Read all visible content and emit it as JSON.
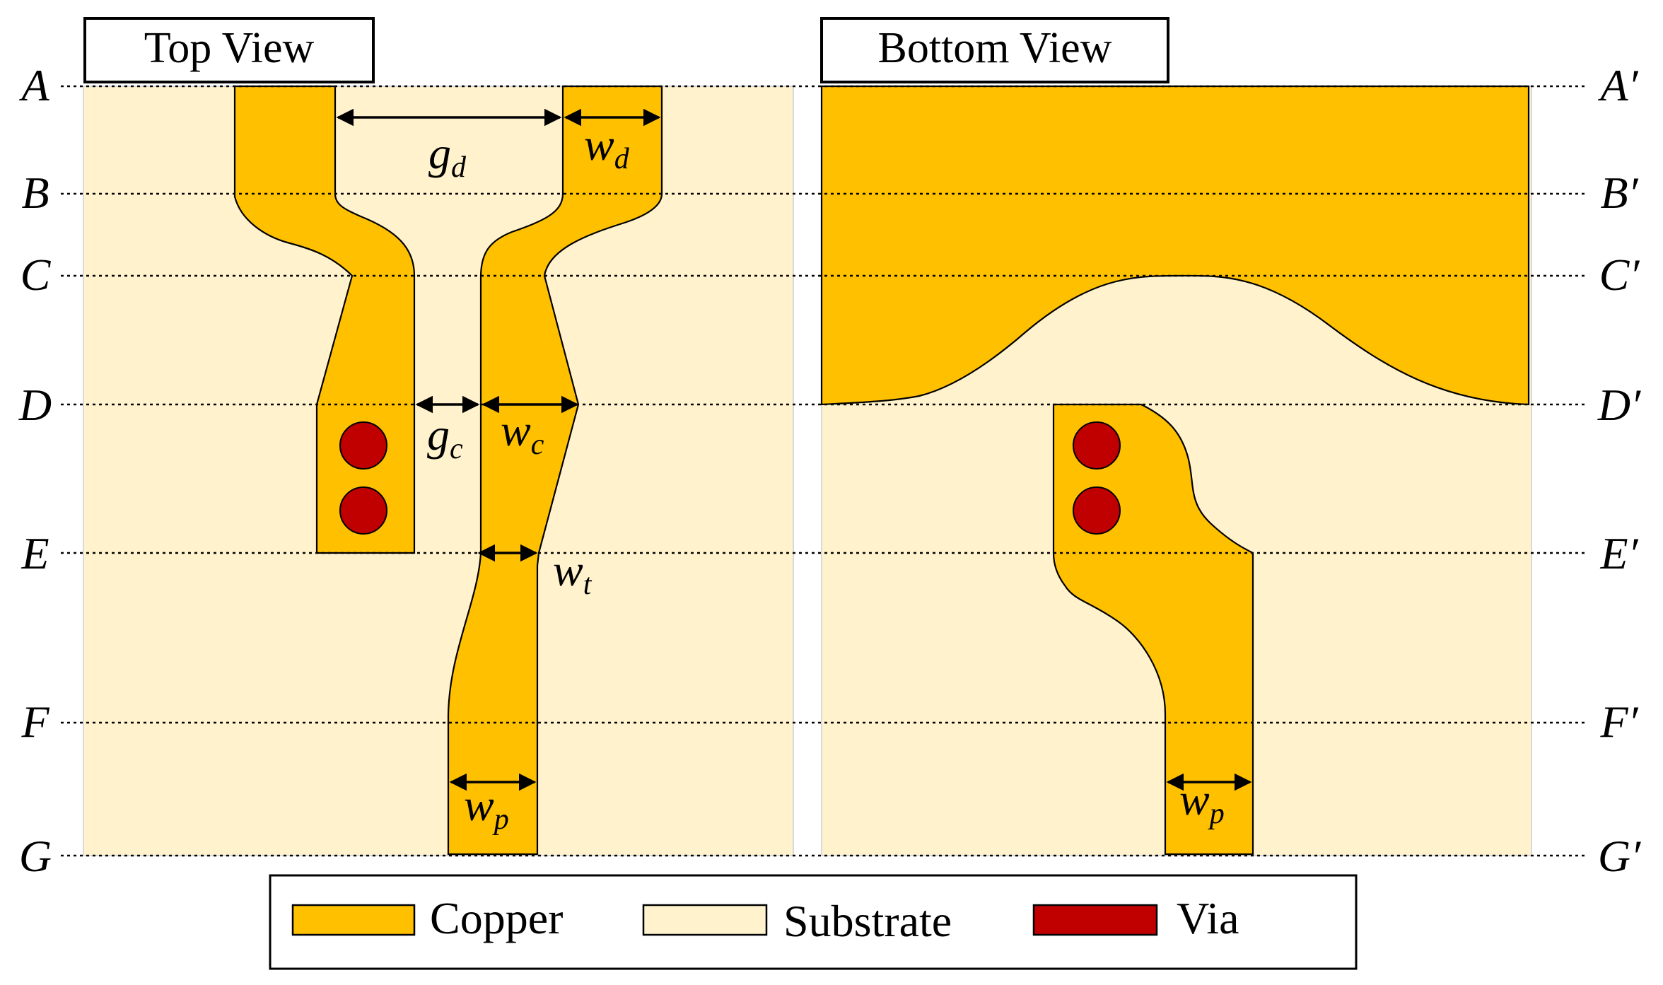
{
  "panels": {
    "top_title": "Top View",
    "bottom_title": "Bottom View"
  },
  "rows_left": [
    "A",
    "B",
    "C",
    "D",
    "E",
    "F",
    "G"
  ],
  "rows_right": [
    "A′",
    "B′",
    "C′",
    "D′",
    "E′",
    "F′",
    "G′"
  ],
  "dimensions": {
    "gd": {
      "base": "g",
      "sub": "d"
    },
    "wd": {
      "base": "w",
      "sub": "d"
    },
    "gc": {
      "base": "g",
      "sub": "c"
    },
    "wc": {
      "base": "w",
      "sub": "c"
    },
    "wt": {
      "base": "w",
      "sub": "t"
    },
    "wp_top": {
      "base": "w",
      "sub": "p"
    },
    "wp_bottom": {
      "base": "w",
      "sub": "p"
    }
  },
  "legend": {
    "copper": "Copper",
    "substrate": "Substrate",
    "via": "Via"
  },
  "colors": {
    "copper": "#FFC000",
    "substrate": "#FFF2CC",
    "via": "#C00000",
    "outline": "#000000"
  }
}
